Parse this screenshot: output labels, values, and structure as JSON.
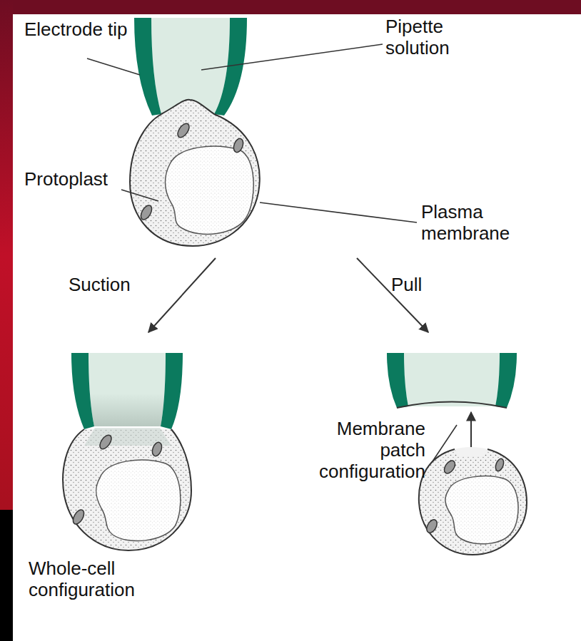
{
  "diagram": {
    "labels": [
      "Electrode tip",
      "Pipette solution",
      "Protoplast",
      "Plasma membrane",
      "Suction",
      "Pull",
      "Whole-cell configuration",
      "Membrane patch configuration"
    ]
  }
}
